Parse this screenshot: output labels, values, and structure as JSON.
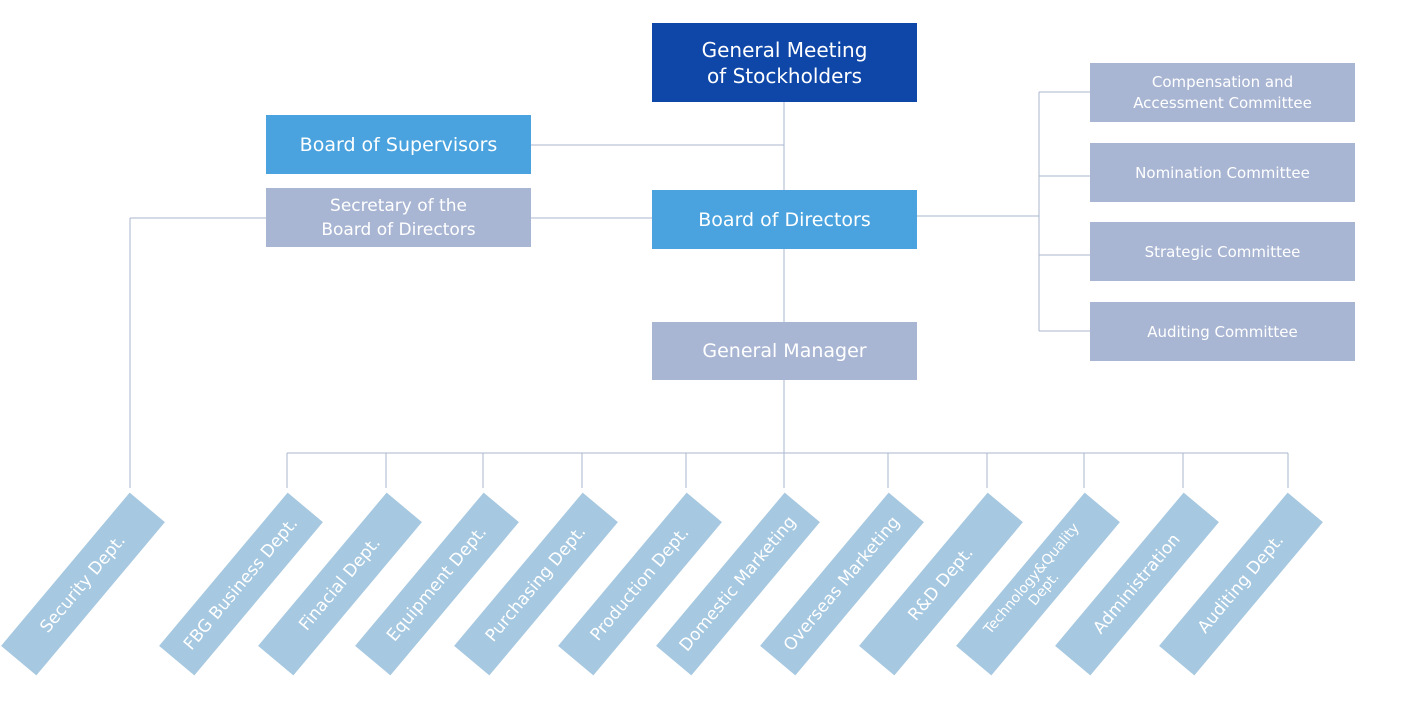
{
  "top": {
    "stockholders": "General Meeting\nof Stockholders",
    "supervisors": "Board of Supervisors",
    "secretary": "Secretary of the\nBoard of Directors",
    "directors": "Board of Directors",
    "general_manager": "General Manager"
  },
  "committees": [
    "Compensation and\nAccessment Committee",
    "Nomination Committee",
    "Strategic Committee",
    "Auditing Committee"
  ],
  "departments": {
    "security": "Security Dept.",
    "fbg": "FBG Business Dept.",
    "financial": "Finacial Dept.",
    "equipment": "Equipment Dept.",
    "purchasing": "Purchasing Dept.",
    "production": "Production Dept.",
    "domestic": "Domestic Marketing",
    "overseas": "Overseas Marketing",
    "rnd": "R&D Dept.",
    "tech_quality": "Technology&Quality\nDept.",
    "administration": "Administration",
    "auditing": "Auditing Dept."
  },
  "colors": {
    "dark_blue": "#0f47a8",
    "blue": "#4aa3de",
    "gray_blue": "#a9b6d3",
    "light_blue": "#a6c8e0",
    "connector": "#aab7cf"
  }
}
